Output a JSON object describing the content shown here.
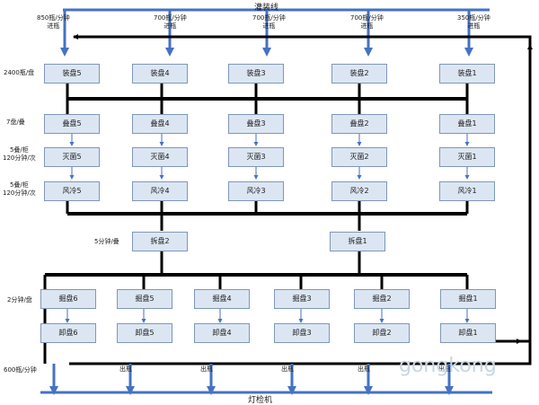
{
  "top_line_label": "灌装线",
  "bottom_line_label": "灯检机",
  "inputs": [
    {
      "rate": "850瓶/分钟",
      "action": "进瓶"
    },
    {
      "rate": "700瓶/分钟",
      "action": "进瓶"
    },
    {
      "rate": "700瓶/分钟",
      "action": "进瓶"
    },
    {
      "rate": "700瓶/分钟",
      "action": "进瓶"
    },
    {
      "rate": "350瓶/分钟",
      "action": "进瓶"
    }
  ],
  "left_labels": {
    "load": "2400瓶/盘",
    "stack": "7盘/叠",
    "steril_1": "5叠/柜",
    "steril_2": "120分钟/次",
    "cool_1": "5叠/柜",
    "cool_2": "120分钟/次",
    "unstack": "5分钟/叠",
    "split": "2分钟/盘",
    "out": "600瓶/分钟"
  },
  "columns": [
    {
      "load": "装盘5",
      "stack": "叠盘5",
      "steril": "灭菌5",
      "cool": "风冷5"
    },
    {
      "load": "装盘4",
      "stack": "叠盘4",
      "steril": "灭菌4",
      "cool": "风冷4"
    },
    {
      "load": "装盘3",
      "stack": "叠盘3",
      "steril": "灭菌3",
      "cool": "风冷3"
    },
    {
      "load": "装盘2",
      "stack": "叠盘2",
      "steril": "灭菌2",
      "cool": "风冷2"
    },
    {
      "load": "装盘1",
      "stack": "叠盘1",
      "steril": "灭菌1",
      "cool": "风冷1"
    }
  ],
  "unstackers": [
    "拆盘2",
    "拆盘1"
  ],
  "lower_columns": [
    {
      "split": "掘盘6",
      "unload": "卸盘6"
    },
    {
      "split": "掘盘5",
      "unload": "卸盘5"
    },
    {
      "split": "掘盘4",
      "unload": "卸盘4"
    },
    {
      "split": "掘盘3",
      "unload": "卸盘3"
    },
    {
      "split": "掘盘2",
      "unload": "卸盘2"
    },
    {
      "split": "掘盘1",
      "unload": "卸盘1"
    }
  ],
  "outputs": [
    "出瓶",
    "出瓶",
    "出瓶",
    "出瓶",
    "出瓶"
  ],
  "watermark": "gongkong",
  "colors": {
    "box_fill": "#dce6f2",
    "box_border": "#7f97b6",
    "blue_line": "#4472c4",
    "black_line": "#000000"
  }
}
